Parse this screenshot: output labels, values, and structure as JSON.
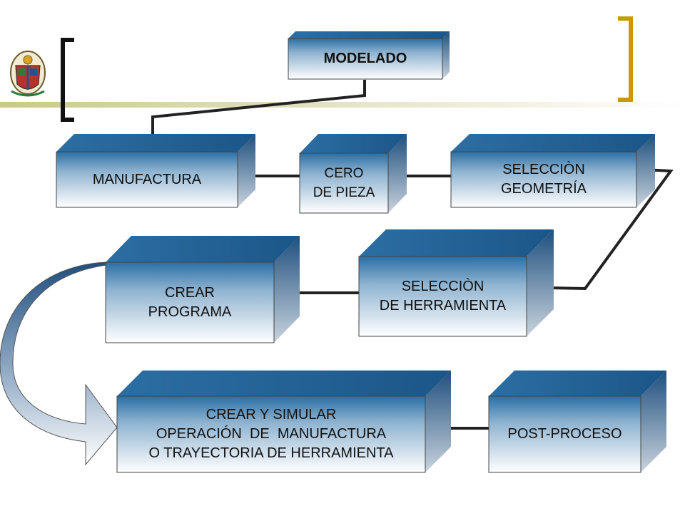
{
  "nodes": {
    "modelado": {
      "label": "MODELADO"
    },
    "manufactura": {
      "label": "MANUFACTURA"
    },
    "cero": {
      "label": "CERO\nDE PIEZA"
    },
    "seleccion_geometria": {
      "label": "SELECCIÒN\nGEOMETRÍA"
    },
    "seleccion_herramienta": {
      "label": "SELECCIÒN\nDE HERRAMIENTA"
    },
    "crear_programa": {
      "label": "CREAR\nPROGRAMA"
    },
    "crear_simular": {
      "label": "CREAR Y SIMULAR\nOPERACIÓN  DE  MANUFACTURA\nO TRAYECTORIA DE HERRAMIENTA"
    },
    "post_proceso": {
      "label": "POST-PROCESO"
    }
  },
  "edges": [
    {
      "from": "MODELADO",
      "to": "MANUFACTURA"
    },
    {
      "from": "MANUFACTURA",
      "to": "CERO DE PIEZA"
    },
    {
      "from": "CERO DE PIEZA",
      "to": "SELECCIÒN GEOMETRÍA"
    },
    {
      "from": "SELECCIÒN GEOMETRÍA",
      "to": "SELECCIÒN DE HERRAMIENTA"
    },
    {
      "from": "SELECCIÒN DE HERRAMIENTA",
      "to": "CREAR PROGRAMA"
    },
    {
      "from": "CREAR PROGRAMA",
      "to": "CREAR Y SIMULAR OPERACIÓN DE MANUFACTURA O TRAYECTORIA DE HERRAMIENTA"
    },
    {
      "from": "CREAR Y SIMULAR OPERACIÓN DE MANUFACTURA O TRAYECTORIA DE HERRAMIENTA",
      "to": "POST-PROCESO"
    }
  ],
  "colors": {
    "box_top": "#1f5a8c",
    "box_face_bottom": "#ffffff",
    "connector": "#222222",
    "bracket_left": "#111111",
    "bracket_right": "#c89a00",
    "header_rule": "#c9c98a"
  },
  "icons": {
    "logo": "university-coat-of-arms-icon"
  }
}
